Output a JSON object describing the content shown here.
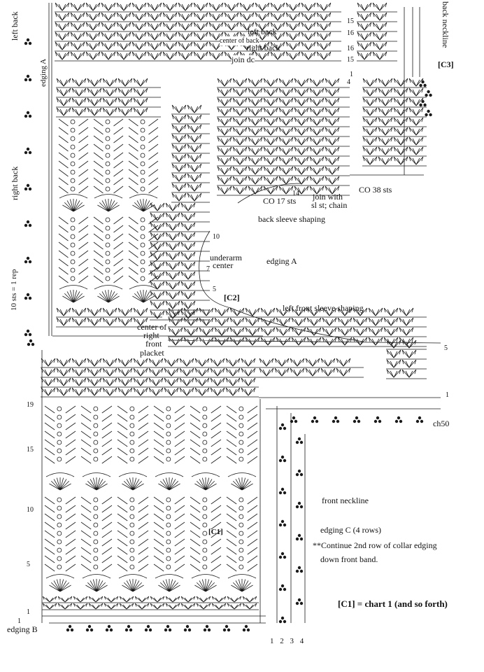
{
  "labels": {
    "left_back": "left back",
    "center_of_back": "center of back",
    "right_back": "right back",
    "join_dc": "join dc",
    "edging_a_vertical": "edging A",
    "left_back_vertical": "left back",
    "right_back_vertical": "right back",
    "ten_sts": "10 sts = 1 rep",
    "back_neckline": "back neckline",
    "c3": "[C3]",
    "co_38": "CO 38 sts",
    "co_17": "CO 17 sts",
    "join_with": "join with",
    "sl_st_chain": "sl st; chain",
    "back_sleeve_shaping": "back sleeve shaping",
    "underarm": "underarm",
    "center": "center",
    "edging_a": "edging A",
    "c2": "[C2]",
    "left_front_sleeve_shaping": "left front sleeve shaping",
    "center_of": "center of",
    "right": "right",
    "front": "front",
    "placket": "placket",
    "ch50": "ch50",
    "front_neckline": "front neckline",
    "edging_c": "edging C (4 rows)",
    "continue_1": "**Continue 2nd row of collar edging",
    "continue_2": "down front band.",
    "c1": "[C1]",
    "c1_note": "[C1] = chart 1 (and so forth)",
    "edging_b": "edging B",
    "bottom_numbers": "1 2 3 4"
  },
  "row_markers": {
    "top_15": "15",
    "top_16": "16",
    "top_16b": "16",
    "top_15b": "15",
    "m14": "14",
    "m10": "10",
    "m7": "7",
    "m5": "5",
    "m5_right": "5",
    "m1_right": "1",
    "left_19": "19",
    "left_15": "15",
    "left_10": "10",
    "left_5": "5",
    "left_1": "1",
    "left_1b": "1",
    "top_1": "1",
    "top_4": "4"
  },
  "colors": {
    "ink": "#1a1a1a",
    "paper": "#ffffff"
  }
}
